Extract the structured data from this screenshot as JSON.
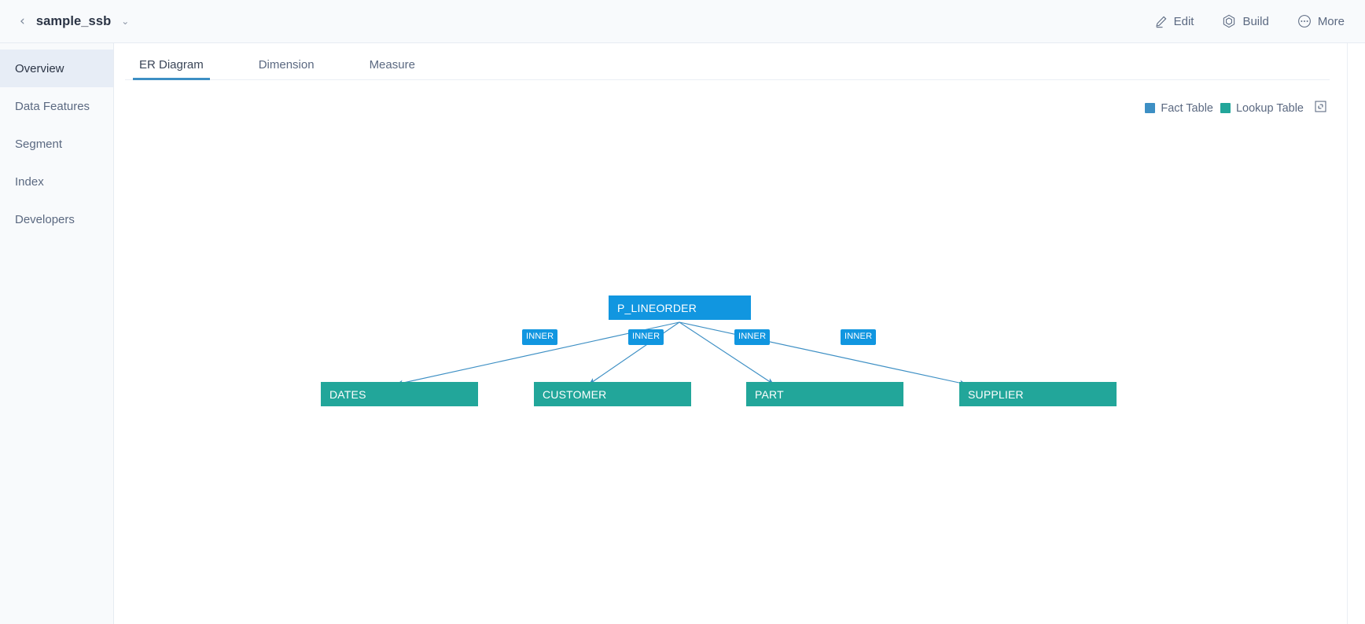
{
  "header": {
    "back_icon": "chevron-left-icon",
    "title": "sample_ssb",
    "dropdown_icon": "chevron-down-icon",
    "actions": [
      {
        "label": "Edit",
        "icon": "pencil-icon"
      },
      {
        "label": "Build",
        "icon": "cube-icon"
      },
      {
        "label": "More",
        "icon": "ellipsis-circle-icon"
      }
    ]
  },
  "sidebar": {
    "items": [
      {
        "label": "Overview",
        "active": true
      },
      {
        "label": "Data Features",
        "active": false
      },
      {
        "label": "Segment",
        "active": false
      },
      {
        "label": "Index",
        "active": false
      },
      {
        "label": "Developers",
        "active": false
      }
    ]
  },
  "tabs": [
    {
      "label": "ER Diagram",
      "active": true
    },
    {
      "label": "Dimension",
      "active": false
    },
    {
      "label": "Measure",
      "active": false
    }
  ],
  "legend": {
    "fact_label": "Fact Table",
    "fact_color": "#3d8fc4",
    "lookup_label": "Lookup Table",
    "lookup_color": "#22a69a",
    "expand_icon": "expand-fullscreen-icon"
  },
  "er_diagram": {
    "fact_table": {
      "name": "P_LINEORDER",
      "color": "#1196e0"
    },
    "lookup_tables": [
      {
        "name": "DATES",
        "color": "#22a69a"
      },
      {
        "name": "CUSTOMER",
        "color": "#22a69a"
      },
      {
        "name": "PART",
        "color": "#22a69a"
      },
      {
        "name": "SUPPLIER",
        "color": "#22a69a"
      }
    ],
    "joins": [
      {
        "label": "INNER",
        "from": "P_LINEORDER",
        "to": "DATES"
      },
      {
        "label": "INNER",
        "from": "P_LINEORDER",
        "to": "CUSTOMER"
      },
      {
        "label": "INNER",
        "from": "P_LINEORDER",
        "to": "PART"
      },
      {
        "label": "INNER",
        "from": "P_LINEORDER",
        "to": "SUPPLIER"
      }
    ]
  }
}
